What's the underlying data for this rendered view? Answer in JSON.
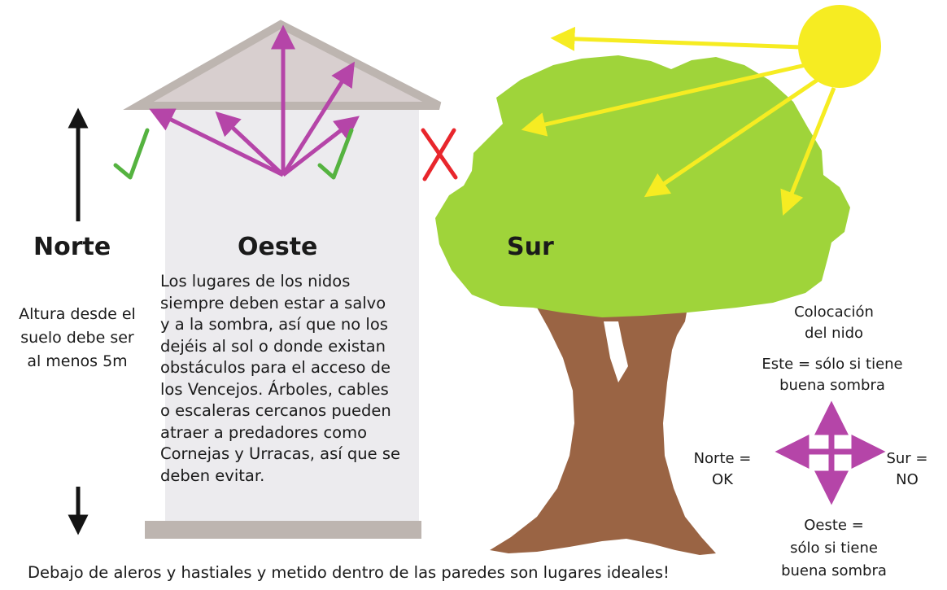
{
  "labels": {
    "north": "Norte",
    "west": "Oeste",
    "south": "Sur"
  },
  "height_note": "Altura desde el\nsuelo debe ser\nal menos 5m",
  "description": "Los lugares de los nidos\nsiempre deben estar a  salvo\ny a la sombra, así que no los\ndejéis al sol o donde existan\nobstáculos para el acceso de\nlos Vencejos.  Árboles,  cables\no escaleras cercanos pueden\natraer a predadores como\nCornejas y Urracas, así que se\ndeben evitar.",
  "placement": {
    "title": "Colocación\ndel nido",
    "east": "Este = sólo si tiene\nbuena sombra",
    "north": "Norte =\nOK",
    "south": "Sur =\nNO",
    "west": "Oeste =\nsólo si tiene\nbuena sombra"
  },
  "footer": "Debajo de aleros y hastiales y metido dentro de las paredes son lugares ideales!",
  "colors": {
    "roof": "#d8cfcf",
    "roof_edge": "#bdb5b0",
    "wall": "#ecebee",
    "base": "#bdb5b0",
    "magenta": "#b545a8",
    "check": "#55b340",
    "cross": "#e8262c",
    "sun": "#f6ec22",
    "sun_ray": "#f6ec22",
    "foliage": "#9fd43a",
    "trunk": "#9a6444",
    "arrow_dark": "#141414"
  },
  "icons": [
    "up-arrow-icon",
    "down-arrow-icon",
    "check-icon",
    "cross-icon",
    "sun-icon",
    "compass-arrows-icon"
  ]
}
